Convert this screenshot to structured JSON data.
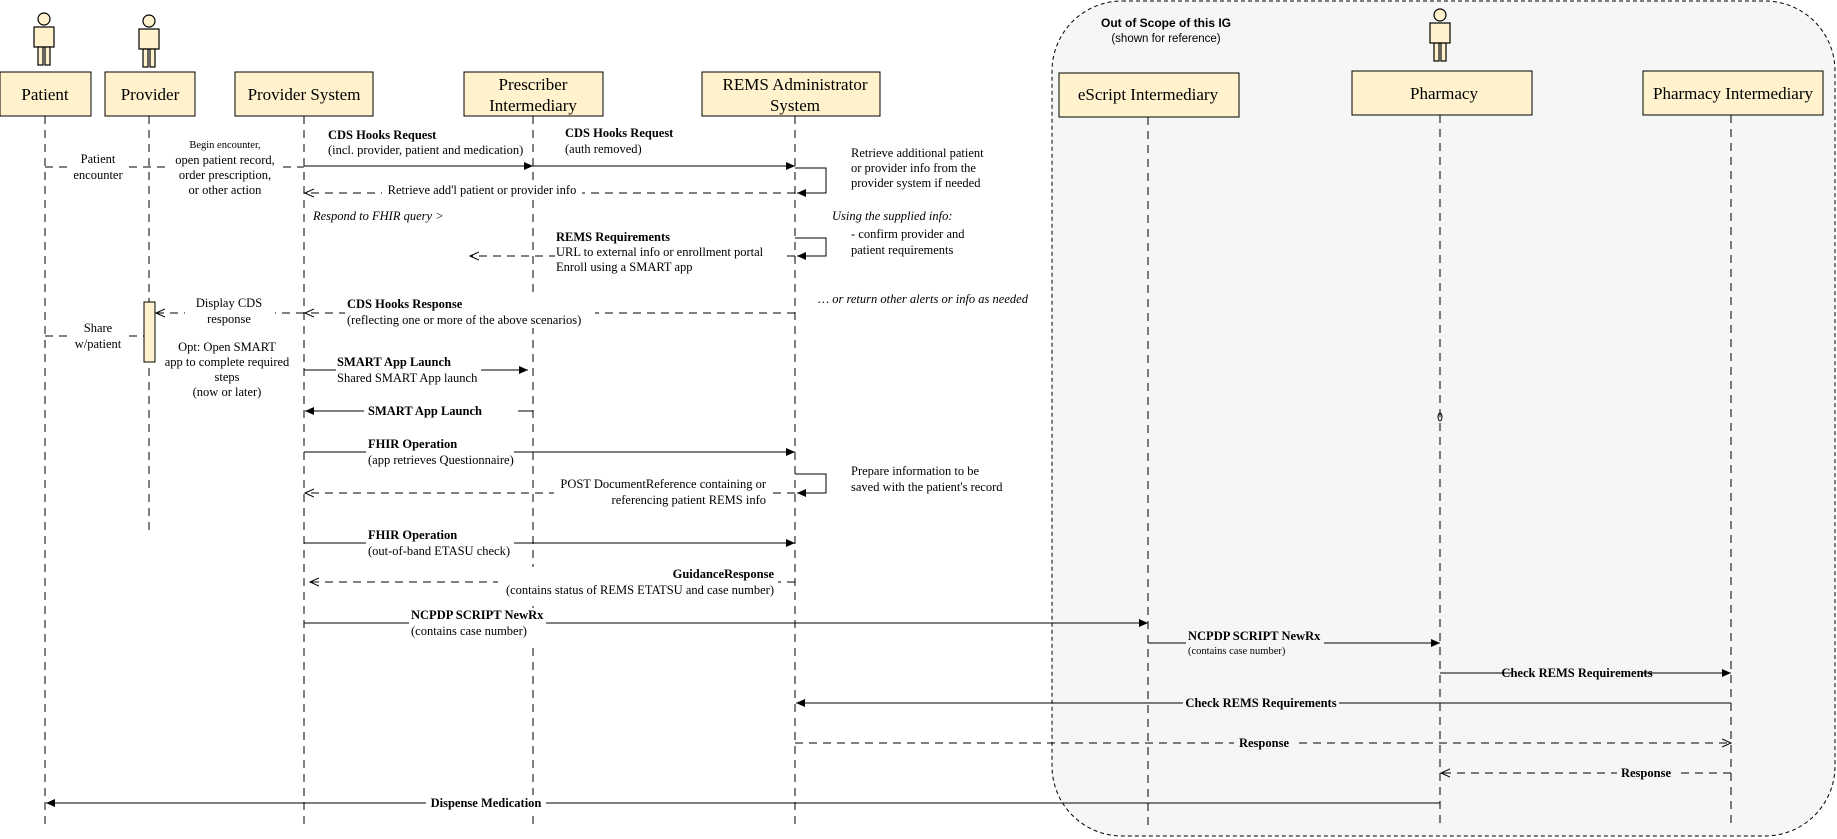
{
  "actors": {
    "patient": "Patient",
    "provider": "Provider",
    "provider_system": "Provider System",
    "prescriber_intermediary_1": "Prescriber",
    "prescriber_intermediary_2": "Intermediary",
    "rems_admin_1": "REMS Administrator",
    "rems_admin_2": "System",
    "escript": "eScript Intermediary",
    "pharmacy": "Pharmacy",
    "pharmacy_intermediary": "Pharmacy Intermediary"
  },
  "out_of_scope": {
    "title": "Out of Scope of this IG",
    "subtitle": "(shown for reference)"
  },
  "notes": {
    "patient_encounter_1": "Patient",
    "patient_encounter_2": "encounter",
    "begin_encounter_1": "Begin encounter,",
    "begin_encounter_2": "open patient record,",
    "begin_encounter_3": "order prescription,",
    "begin_encounter_4": "or other action",
    "retrieve_additional_1": "Retrieve additional patient",
    "retrieve_additional_2": "or provider info from the",
    "retrieve_additional_3": "provider system if needed",
    "respond_fhir": "Respond to FHIR query >",
    "using_supplied": "Using the supplied info:",
    "confirm_1": "- confirm provider and",
    "confirm_2": "patient requirements",
    "or_return": "… or return other alerts or info as needed",
    "share_1": "Share",
    "share_2": "w/patient",
    "display_cds_1": "Display CDS",
    "display_cds_2": "response",
    "opt_1": "Opt: Open SMART",
    "opt_2": "app to complete required",
    "opt_3": "steps",
    "opt_4": "(now or later)",
    "prepare_1": "Prepare information to be",
    "prepare_2": "saved with the patient's record"
  },
  "messages": {
    "cds_req_1_title": "CDS Hooks Request",
    "cds_req_1_sub": "(incl. provider, patient and medication)",
    "cds_req_2_title": "CDS Hooks Request",
    "cds_req_2_sub": "(auth removed)",
    "retrieve_addl": "Retrieve add'l patient or provider info",
    "rems_req_title": "REMS Requirements",
    "rems_req_l2": "URL to external info or enrollment portal",
    "rems_req_l3": "Enroll using a SMART app",
    "cds_resp_title": "CDS Hooks Response",
    "cds_resp_sub": "(reflecting one or more of the above scenarios)",
    "smart_launch_title": "SMART App Launch",
    "smart_launch_sub": "Shared SMART App launch",
    "smart_launch_back": "SMART App Launch",
    "fhir_op_1_title": "FHIR Operation",
    "fhir_op_1_sub": "(app retrieves Questionnaire)",
    "post_docref_1": "POST DocumentReference containing or",
    "post_docref_2": "referencing patient REMS info",
    "fhir_op_2_title": "FHIR Operation",
    "fhir_op_2_sub": "(out-of-band ETASU check)",
    "guidance_title": "GuidanceResponse",
    "guidance_sub": "(contains status of REMS ETATSU and case number)",
    "ncpdp_1_title": "NCPDP SCRIPT NewRx",
    "ncpdp_1_sub": "(contains case number)",
    "ncpdp_2_title": "NCPDP SCRIPT NewRx",
    "ncpdp_2_sub": "(contains case number)",
    "check_rems_1": "Check REMS Requirements",
    "check_rems_2": "Check REMS Requirements",
    "response_1": "Response",
    "response_2": "Response",
    "dispense": "Dispense Medication"
  },
  "colors": {
    "actor_fill": "#fff2cc",
    "scope_fill": "#f5f7f7"
  }
}
